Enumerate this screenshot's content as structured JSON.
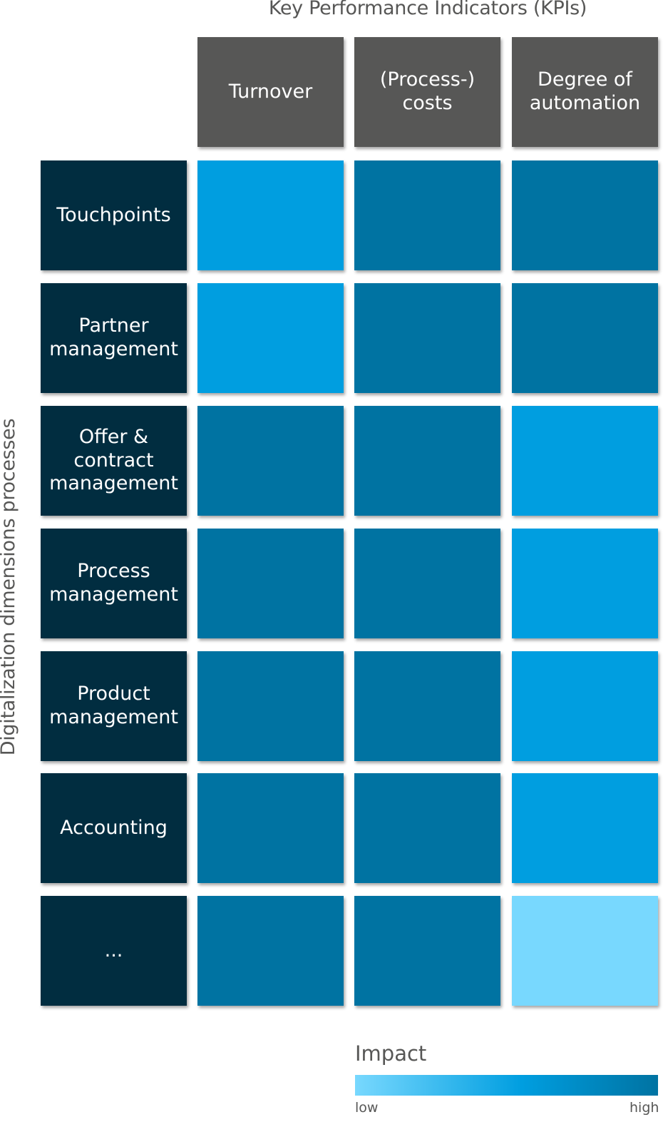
{
  "title": "Key Performance Indicators (KPIs)",
  "y_axis_label": "Digitalization dimensions processes",
  "columns": [
    "Turnover",
    "(Process-)\ncosts",
    "Degree of\nautomation"
  ],
  "rows": [
    "Touchpoints",
    "Partner\nmanagement",
    "Offer &\ncontract\nmanagement",
    "Process\nmanagement",
    "Product\nmanagement",
    "Accounting",
    "..."
  ],
  "impact_colors": {
    "high": "#0073a2",
    "medium": "#009ee0",
    "low": "#78d8fe"
  },
  "legend": {
    "title": "Impact",
    "low_label": "low",
    "high_label": "high"
  },
  "chart_data": {
    "type": "heatmap",
    "title": "Key Performance Indicators (KPIs)",
    "xlabel": "Key Performance Indicators (KPIs)",
    "ylabel": "Digitalization dimensions processes",
    "x": [
      "Turnover",
      "(Process-) costs",
      "Degree of automation"
    ],
    "y": [
      "Touchpoints",
      "Partner management",
      "Offer & contract management",
      "Process management",
      "Product management",
      "Accounting",
      "..."
    ],
    "values": [
      [
        "medium",
        "high",
        "high"
      ],
      [
        "medium",
        "high",
        "high"
      ],
      [
        "high",
        "high",
        "medium"
      ],
      [
        "high",
        "high",
        "medium"
      ],
      [
        "high",
        "high",
        "medium"
      ],
      [
        "high",
        "high",
        "medium"
      ],
      [
        "high",
        "high",
        "low"
      ]
    ],
    "scale": {
      "label": "Impact",
      "min_label": "low",
      "max_label": "high",
      "colors": [
        "#78d8fe",
        "#009ee0",
        "#0073a2"
      ]
    }
  }
}
